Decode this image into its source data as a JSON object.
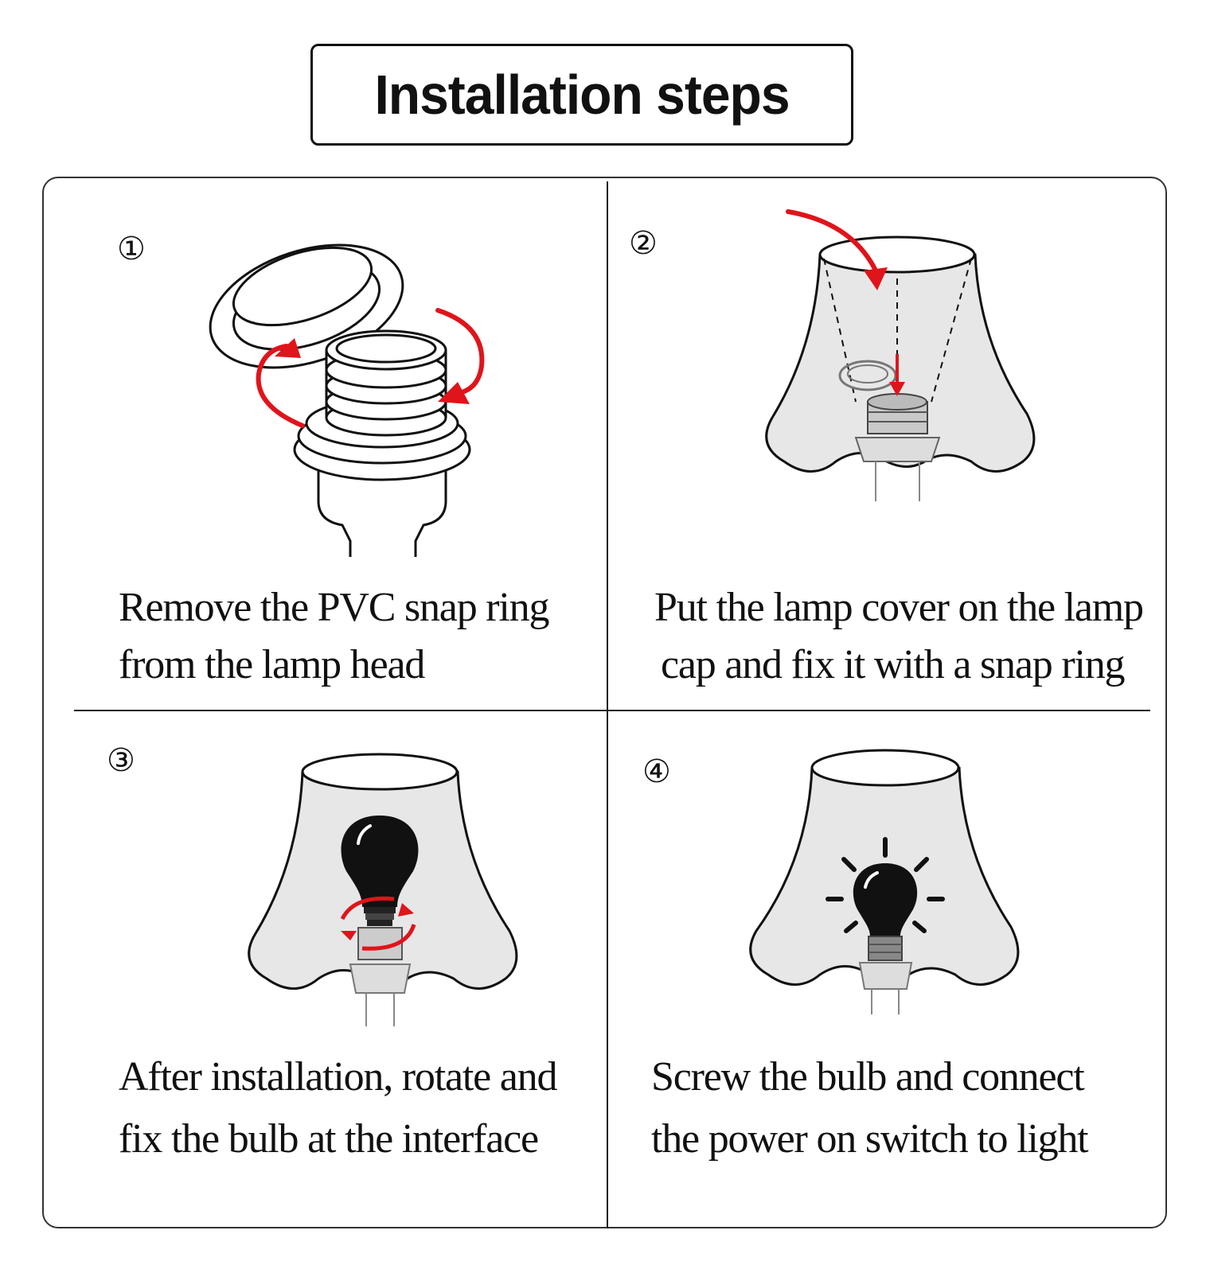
{
  "title": "Installation steps",
  "steps": [
    {
      "number": "①",
      "line1": "Remove the PVC snap ring",
      "line2": "from the lamp head"
    },
    {
      "number": "②",
      "line1": "Put the lamp cover on the lamp",
      "line2": "cap and fix it with a snap ring"
    },
    {
      "number": "③",
      "line1": "After installation, rotate and",
      "line2": "fix the bulb at the interface"
    },
    {
      "number": "④",
      "line1": "Screw the bulb and connect",
      "line2": "the power on switch to light"
    }
  ],
  "colors": {
    "arrow": "#e0141b",
    "shade": "#e7e7e7",
    "line": "#111111"
  }
}
